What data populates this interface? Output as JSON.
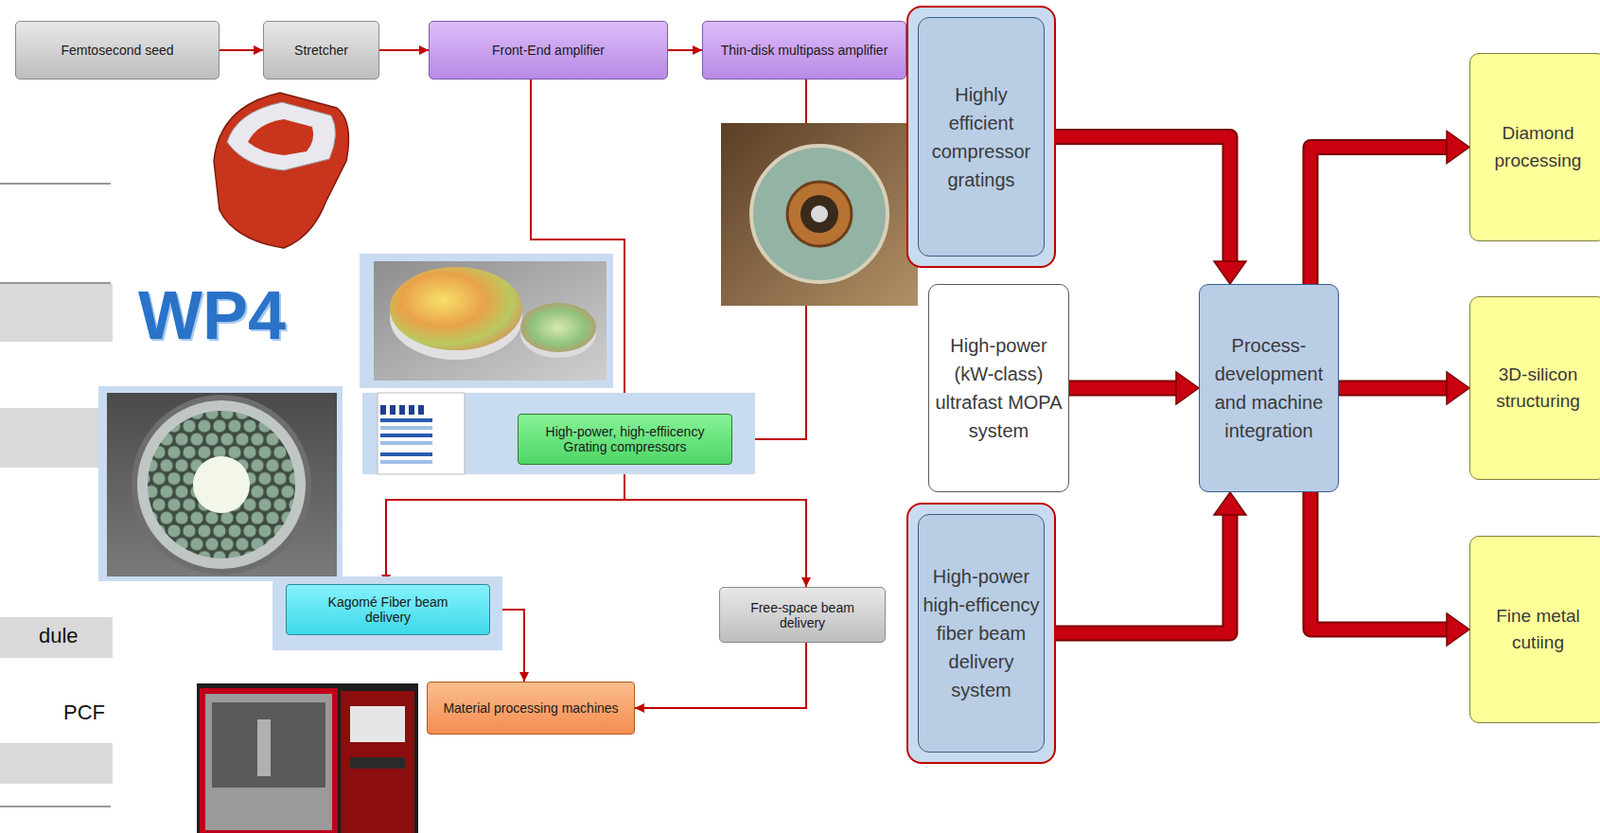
{
  "diagram": {
    "nodes": [
      {
        "text": [
          "Femtosecond seed"
        ]
      },
      {
        "text": [
          "Stretcher"
        ]
      },
      {
        "text": [
          "Front-End amplifier"
        ]
      },
      {
        "text": [
          "Thin-disk multipass amplifier"
        ]
      },
      {
        "text": [
          "High-power, high-effiicency Grating compressors"
        ]
      },
      {
        "text": [
          "Kagomé Fiber beam delivery"
        ]
      },
      {
        "text": [
          "Free-space beam delivery"
        ]
      },
      {
        "text": [
          "Material processing machines"
        ]
      },
      {
        "text": [
          "Highly efficient compressor gratings"
        ]
      },
      {
        "text": [
          "High-power (kW-class) ultrafast MOPA system"
        ]
      },
      {
        "text": [
          "High-power high-efficency fiber beam delivery system"
        ]
      },
      {
        "text": [
          "Process-development and machine integration"
        ]
      },
      {
        "text": [
          "Diamond processing"
        ]
      },
      {
        "text": [
          "3D-silicon structuring"
        ]
      },
      {
        "text": [
          "Fine metal cutiing"
        ]
      }
    ],
    "edges": [
      {
        "from": 0,
        "to": 1,
        "arrow": "to"
      },
      {
        "from": 1,
        "to": 2,
        "arrow": "to"
      },
      {
        "from": 2,
        "to": 3,
        "arrow": "to"
      },
      {
        "from": 2,
        "to": 4,
        "arrow": "to"
      },
      {
        "from": 3,
        "to": 4,
        "arrow": "to"
      },
      {
        "from": 4,
        "to": 5,
        "arrow": "to"
      },
      {
        "from": 4,
        "to": 6,
        "arrow": "to"
      },
      {
        "from": 5,
        "to": 7,
        "arrow": "to"
      },
      {
        "from": 6,
        "to": 7,
        "arrow": "to"
      },
      {
        "from": 8,
        "to": 11,
        "arrow": "to"
      },
      {
        "from": 9,
        "to": 11,
        "arrow": "to"
      },
      {
        "from": 10,
        "to": 11,
        "arrow": "to"
      },
      {
        "from": 11,
        "to": 12,
        "arrow": "to"
      },
      {
        "from": 11,
        "to": 13,
        "arrow": "to"
      },
      {
        "from": 11,
        "to": 14,
        "arrow": "to"
      }
    ],
    "labels": [
      "WP4",
      "dule",
      "PCF"
    ]
  }
}
